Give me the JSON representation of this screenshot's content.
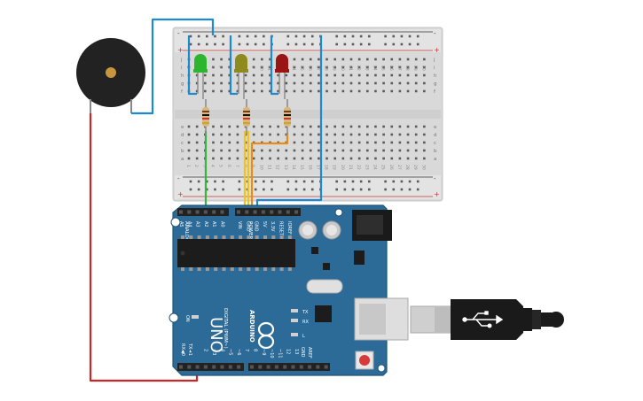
{
  "breadboard": {
    "power_minus": "-",
    "power_plus": "+",
    "row_letters_top": [
      "j",
      "i",
      "h",
      "g",
      "f"
    ],
    "row_letters_bottom": [
      "e",
      "d",
      "c",
      "b",
      "a"
    ],
    "column_numbers": [
      "1",
      "2",
      "3",
      "4",
      "5",
      "6",
      "7",
      "8",
      "9",
      "10",
      "11",
      "12",
      "13",
      "14",
      "15",
      "16",
      "17",
      "18",
      "19",
      "20",
      "21",
      "22",
      "23",
      "24",
      "25",
      "26",
      "27",
      "28",
      "29",
      "30"
    ]
  },
  "leds": [
    {
      "name": "green-led",
      "color": "#2db52d"
    },
    {
      "name": "yellow-led",
      "color": "#8f8a1d"
    },
    {
      "name": "red-led",
      "color": "#9a1414"
    }
  ],
  "arduino": {
    "logo_text": "UNO",
    "brand_text": "ARDUINO",
    "digital_label": "DIGITAL (PWM~)",
    "analog_label": "ANALOG IN",
    "power_label": "POWER",
    "on_label": "ON",
    "tx_label": "TX",
    "rx_label": "RX",
    "l_label": "L",
    "tx_pin_label": "TX➜1",
    "rx_pin_label": "RX◀0",
    "aref_label": "AREF",
    "gnd_label": "GND",
    "analog_pins": [
      "A5",
      "A4",
      "A3",
      "A2",
      "A1",
      "A0"
    ],
    "power_pins": [
      "VIN",
      "GND",
      "GND",
      "5V",
      "3.3V",
      "RESET",
      "IOREF"
    ],
    "digital_pins": [
      "13",
      "12",
      "~11",
      "~10",
      "~9",
      "8",
      "7",
      "~6",
      "~5",
      "4",
      "~3",
      "2"
    ]
  },
  "colors": {
    "board_blue": "#2c6b98",
    "wire_blue": "#1d8ad0",
    "wire_red": "#cc2727",
    "wire_green": "#3cb040",
    "wire_yellow": "#f2c318",
    "wire_orange": "#e68c1a"
  }
}
